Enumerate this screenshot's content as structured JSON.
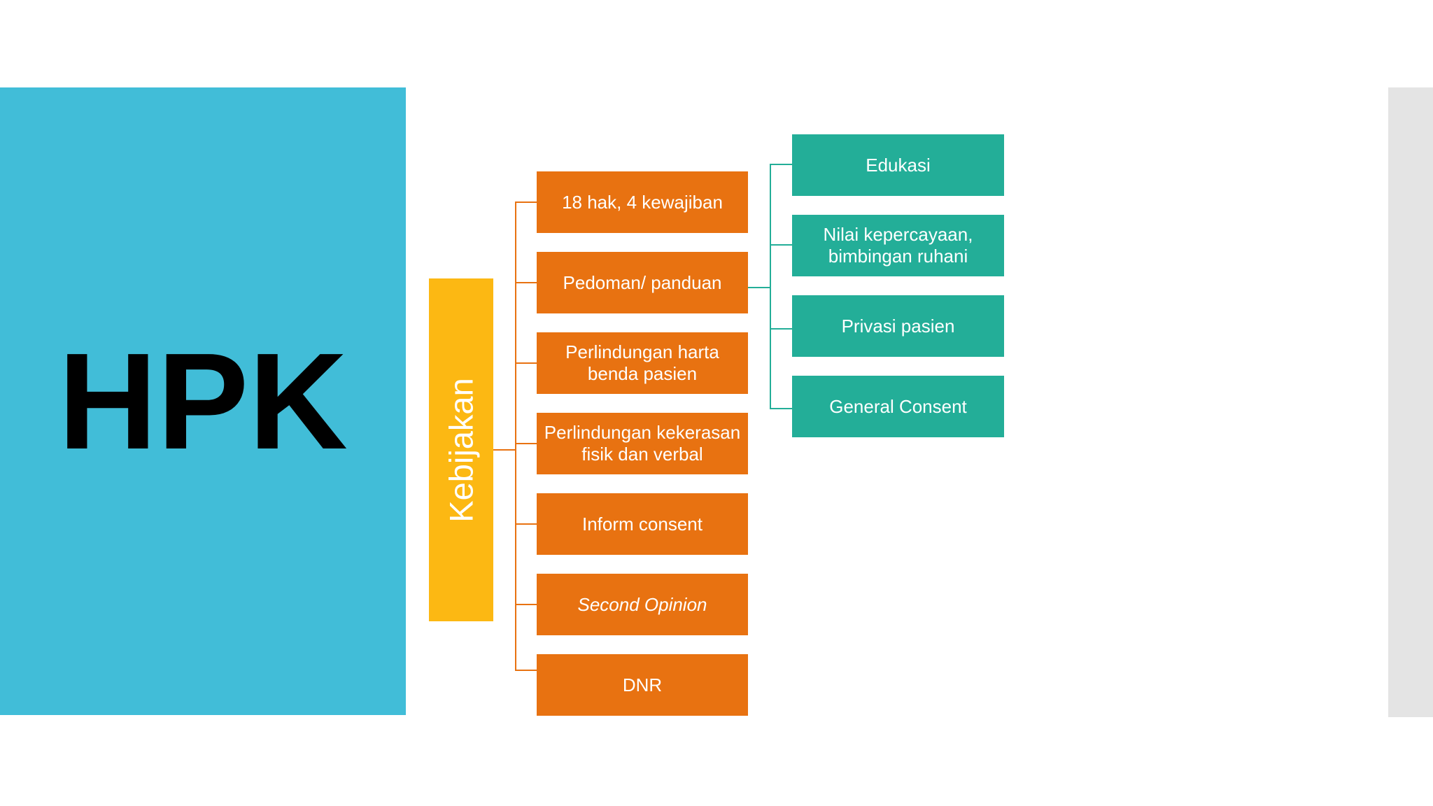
{
  "slide": {
    "title": "HPK",
    "background_color": "#ffffff"
  },
  "colors": {
    "title_panel": "#41bdd8",
    "title_text": "#000000",
    "level1": "#fcb813",
    "level2": "#e87211",
    "level3": "#23ae98",
    "node_text": "#ffffff",
    "right_strip": "#e4e4e4"
  },
  "level1": {
    "label": "Kebijakan",
    "orientation": "vertical-bottom-to-top"
  },
  "level2": {
    "items": [
      {
        "label": "18 hak, 4 kewajiban",
        "style": "normal"
      },
      {
        "label": "Pedoman/ panduan",
        "style": "normal"
      },
      {
        "label": "Perlindungan harta benda pasien",
        "style": "normal"
      },
      {
        "label": "Perlindungan kekerasan fisik dan verbal",
        "style": "normal"
      },
      {
        "label": "Inform consent",
        "style": "normal"
      },
      {
        "label": "Second Opinion",
        "style": "italic"
      },
      {
        "label": "DNR",
        "style": "normal"
      }
    ]
  },
  "level3": {
    "parent": "Pedoman/ panduan",
    "items": [
      {
        "label": "Edukasi"
      },
      {
        "label": "Nilai kepercayaan, bimbingan ruhani"
      },
      {
        "label": "Privasi pasien"
      },
      {
        "label": "General Consent"
      }
    ]
  }
}
